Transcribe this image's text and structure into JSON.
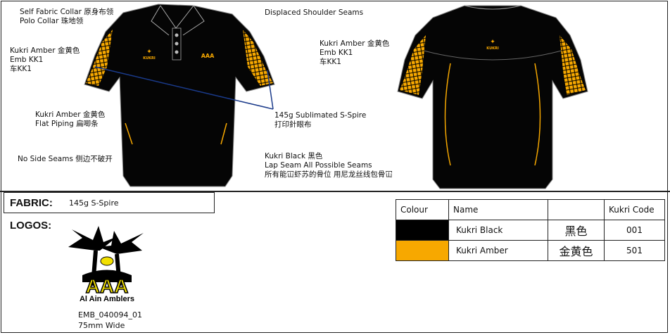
{
  "notes": {
    "collar": [
      "Self Fabric Collar  原身布领",
      "Polo Collar  珠地领"
    ],
    "sleeve": [
      "Kukri Amber  金黄色",
      "Emb KK1",
      "车KK1"
    ],
    "piping": [
      "Kukri Amber  金黄色",
      "Flat Piping  扁唧条"
    ],
    "side": [
      "No Side Seams  侧边不破开"
    ],
    "shoulder": [
      "Displaced Shoulder Seams"
    ],
    "back_logo": [
      "Kukri Amber  金黄色",
      "Emb KK1",
      "车KK1"
    ],
    "fabric_note": [
      "145g Sublimated S-Spire",
      "打印針眼布"
    ],
    "seams": [
      "Kukri Black  黑色",
      "Lap Seam All Possible Seams",
      "所有能冚虾苏的骨位 用尼龙丝线包骨冚"
    ]
  },
  "fabric": {
    "label": "FABRIC:",
    "value": "145g S-Spire"
  },
  "logos": {
    "label": "LOGOS:",
    "logo_text": "Al Ain Amblers",
    "code": "EMB_040094_01",
    "size": "75mm Wide"
  },
  "brand": "KUKRI",
  "colour_table": {
    "headers": [
      "Colour",
      "Name",
      "",
      "Kukri Code"
    ],
    "rows": [
      {
        "swatch": "#000000",
        "name": "Kukri Black",
        "cn": "黑色",
        "code": "001"
      },
      {
        "swatch": "#F7A800",
        "name": "Kukri Amber",
        "cn": "金黄色",
        "code": "501"
      }
    ]
  },
  "colors": {
    "black": "#000000",
    "amber": "#F7A800",
    "leader": "#1a3a8a"
  }
}
